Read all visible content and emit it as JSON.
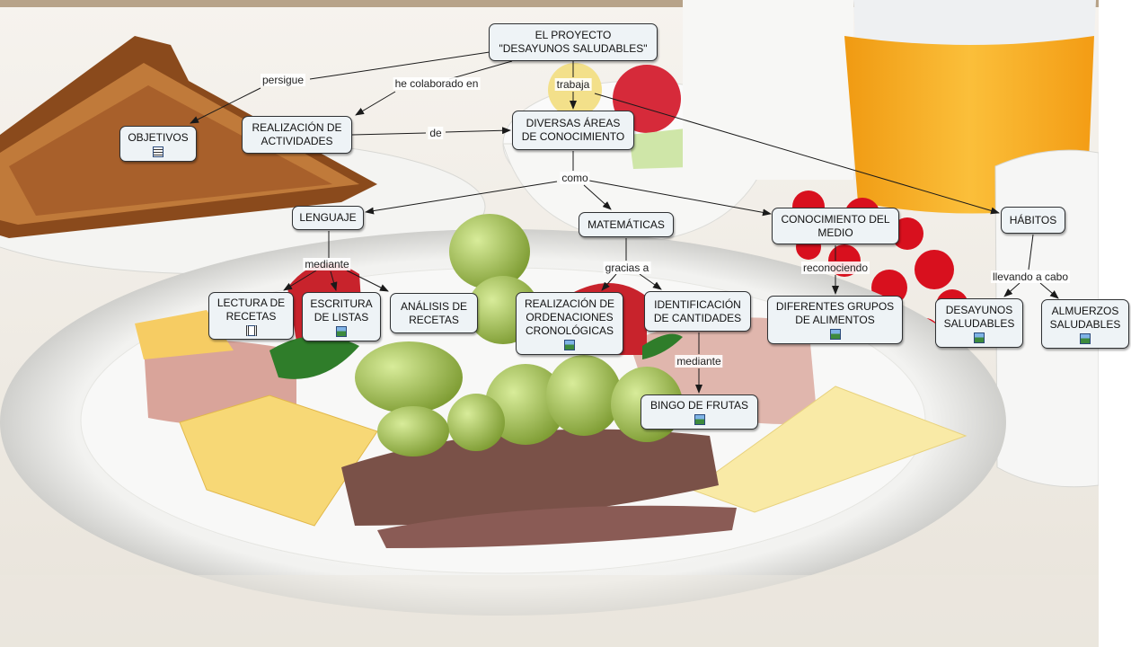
{
  "map": {
    "root": "EL PROYECTO\n\"DESAYUNOS SALUDABLES\"",
    "nodes": {
      "objetivos": "OBJETIVOS",
      "realizacion": "REALIZACIÓN DE\nACTIVIDADES",
      "areas": "DIVERSAS ÁREAS\nDE CONOCIMIENTO",
      "habitos": "HÁBITOS",
      "lenguaje": "LENGUAJE",
      "matematicas": "MATEMÁTICAS",
      "medio": "CONOCIMIENTO DEL\nMEDIO",
      "lectura": "LECTURA DE\nRECETAS",
      "escritura": "ESCRITURA\nDE LISTAS",
      "analisis": "ANÁLISIS DE\nRECETAS",
      "ordenaciones": "REALIZACIÓN DE\nORDENACIONES\nCRONOLÓGICAS",
      "identificacion": "IDENTIFICACIÓN\nDE CANTIDADES",
      "grupos": "DIFERENTES GRUPOS\nDE ALIMENTOS",
      "desayunos": "DESAYUNOS\nSALUDABLES",
      "almuerzos": "ALMUERZOS\nSALUDABLES",
      "bingo": "BINGO DE FRUTAS"
    },
    "links": {
      "persigue": "persigue",
      "colaborado": "he colaborado en",
      "trabaja": "trabaja",
      "de": "de",
      "como": "como",
      "mediante1": "mediante",
      "gracias": "gracias a",
      "reconociendo": "reconociendo",
      "llevando": "llevando a cabo",
      "mediante2": "mediante"
    }
  },
  "resources": {
    "objetivos": "document-icon",
    "lectura": "video-icon",
    "escritura": "image-icon",
    "ordenaciones": "image-icon",
    "grupos": "image-icon",
    "desayunos": "image-icon",
    "almuerzos": "image-icon",
    "bingo": "image-icon"
  },
  "colors": {
    "node_fill": "#eef3f6",
    "node_border": "#2f3133",
    "link_line": "#1a1a1a",
    "juice": "#f6a61c",
    "tablecloth": "#f1ede6"
  }
}
